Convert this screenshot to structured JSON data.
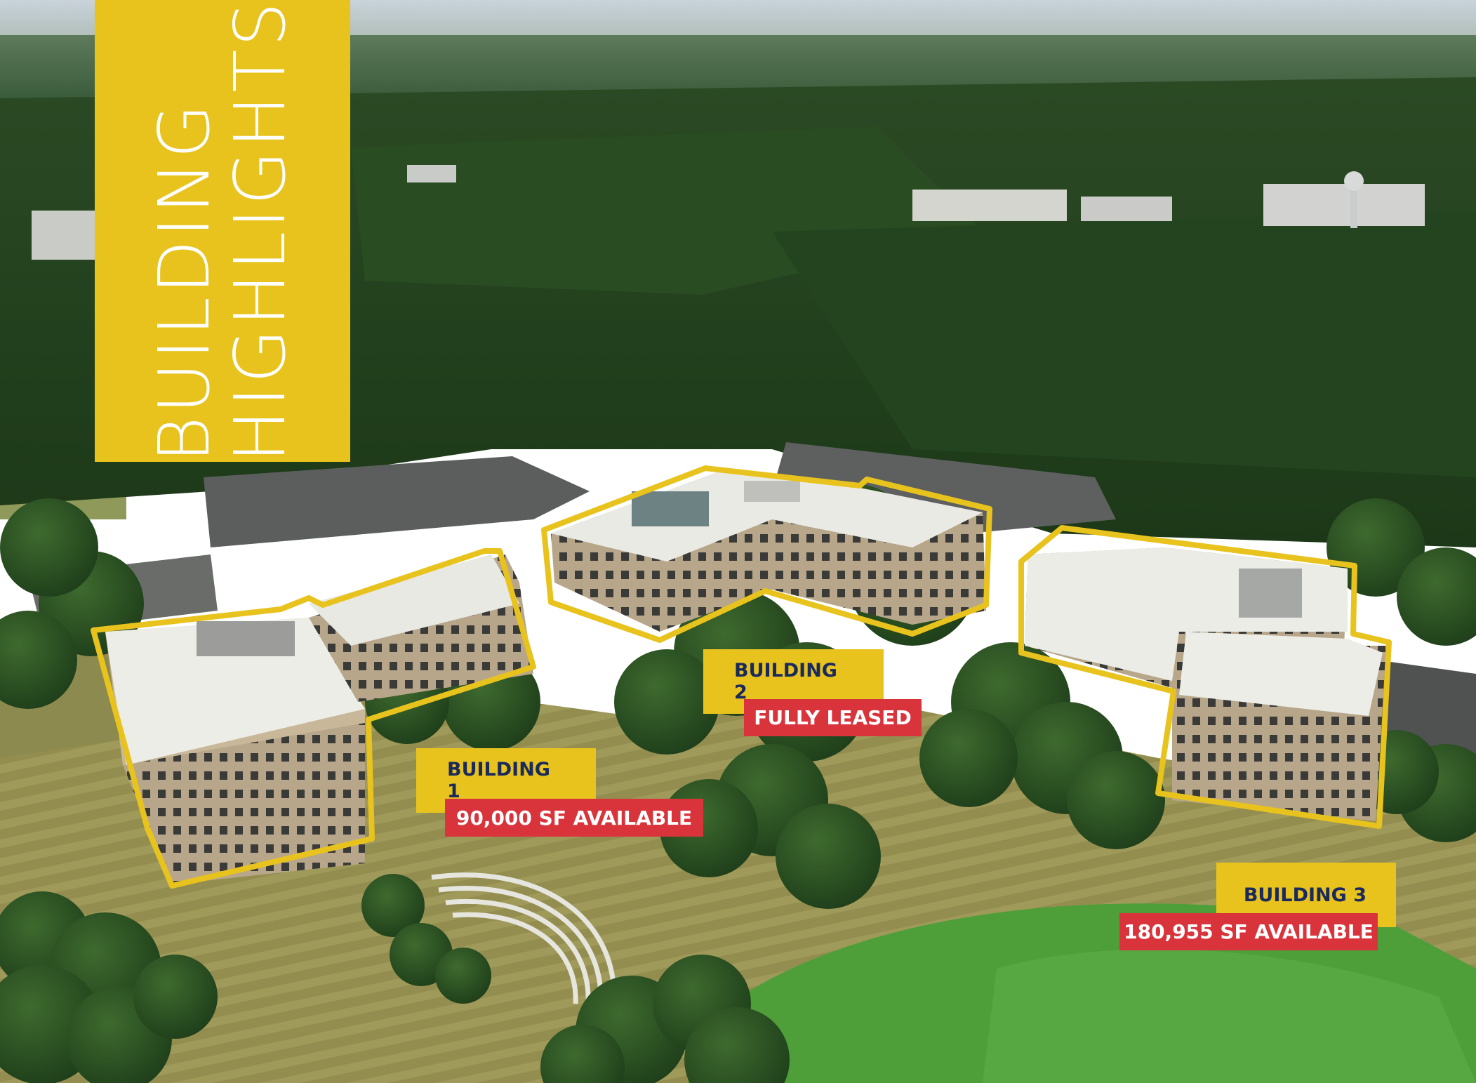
{
  "title": {
    "line1": "BUILDING",
    "line2": "HIGHLIGHTS"
  },
  "buildings": [
    {
      "name": "BUILDING 1",
      "status": "90,000 SF AVAILABLE"
    },
    {
      "name": "BUILDING 2",
      "status": "FULLY LEASED"
    },
    {
      "name": "BUILDING 3",
      "status": "180,955 SF AVAILABLE"
    }
  ],
  "colors": {
    "accent_yellow": "#E8C31E",
    "status_red": "#D9343C",
    "label_navy": "#1B2A5C"
  }
}
